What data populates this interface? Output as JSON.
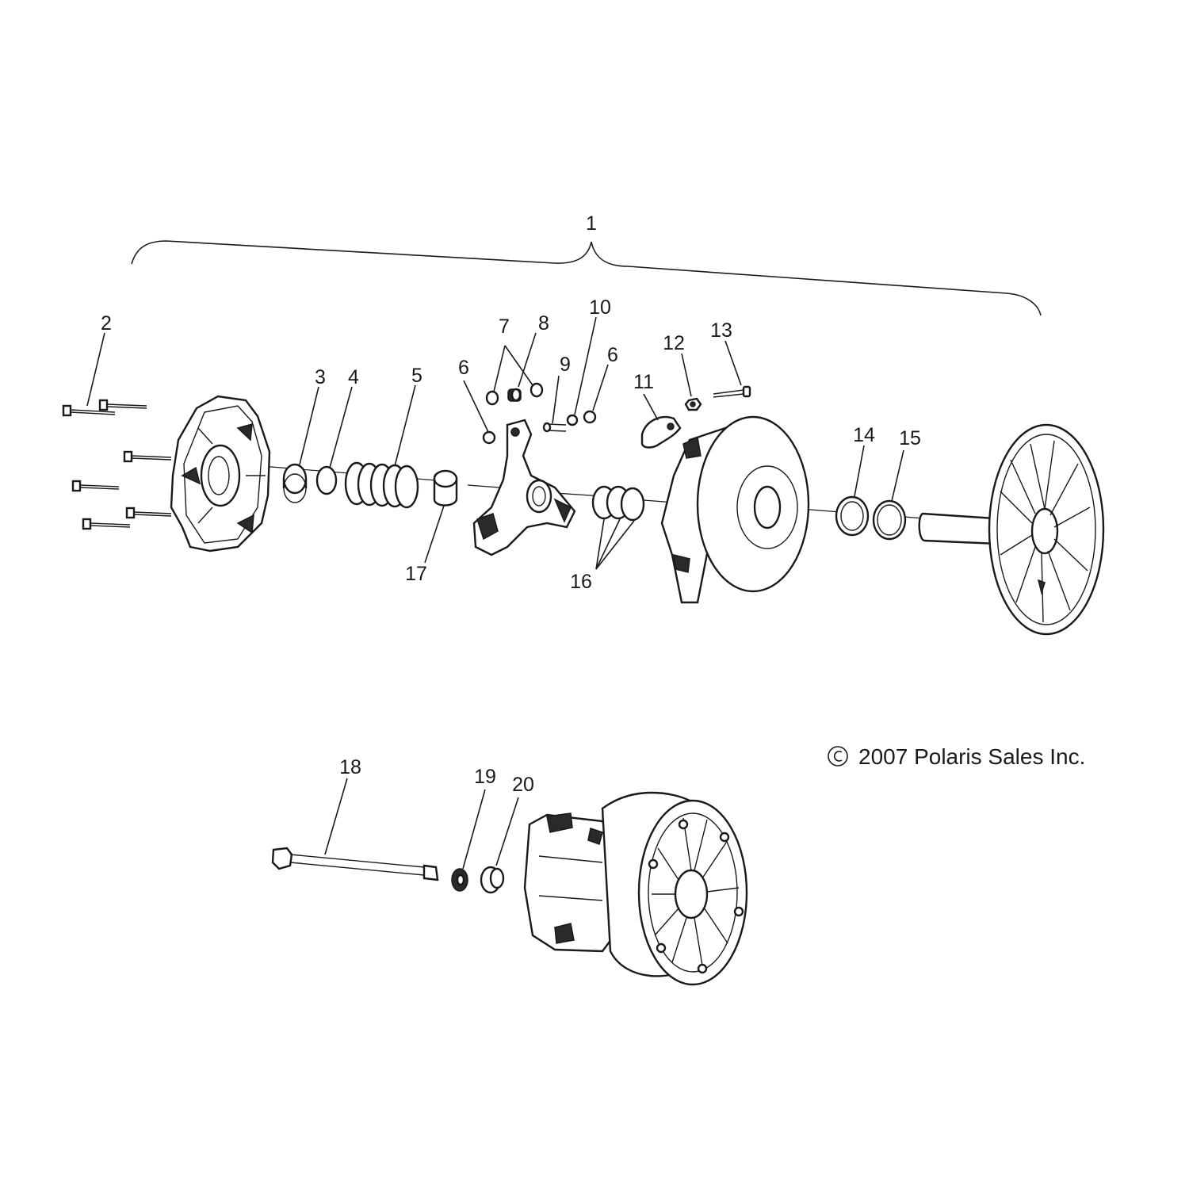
{
  "callouts": {
    "c1": "1",
    "c2": "2",
    "c3": "3",
    "c4": "4",
    "c5": "5",
    "c6a": "6",
    "c6b": "6",
    "c7": "7",
    "c8": "8",
    "c9": "9",
    "c10": "10",
    "c11": "11",
    "c12": "12",
    "c13": "13",
    "c14": "14",
    "c15": "15",
    "c16": "16",
    "c17": "17",
    "c18": "18",
    "c19": "19",
    "c20": "20"
  },
  "copyright": "2007 Polaris Sales Inc.",
  "colors": {
    "line": "#1a1a1a",
    "background": "#ffffff",
    "shade": "#2a2a2a"
  }
}
